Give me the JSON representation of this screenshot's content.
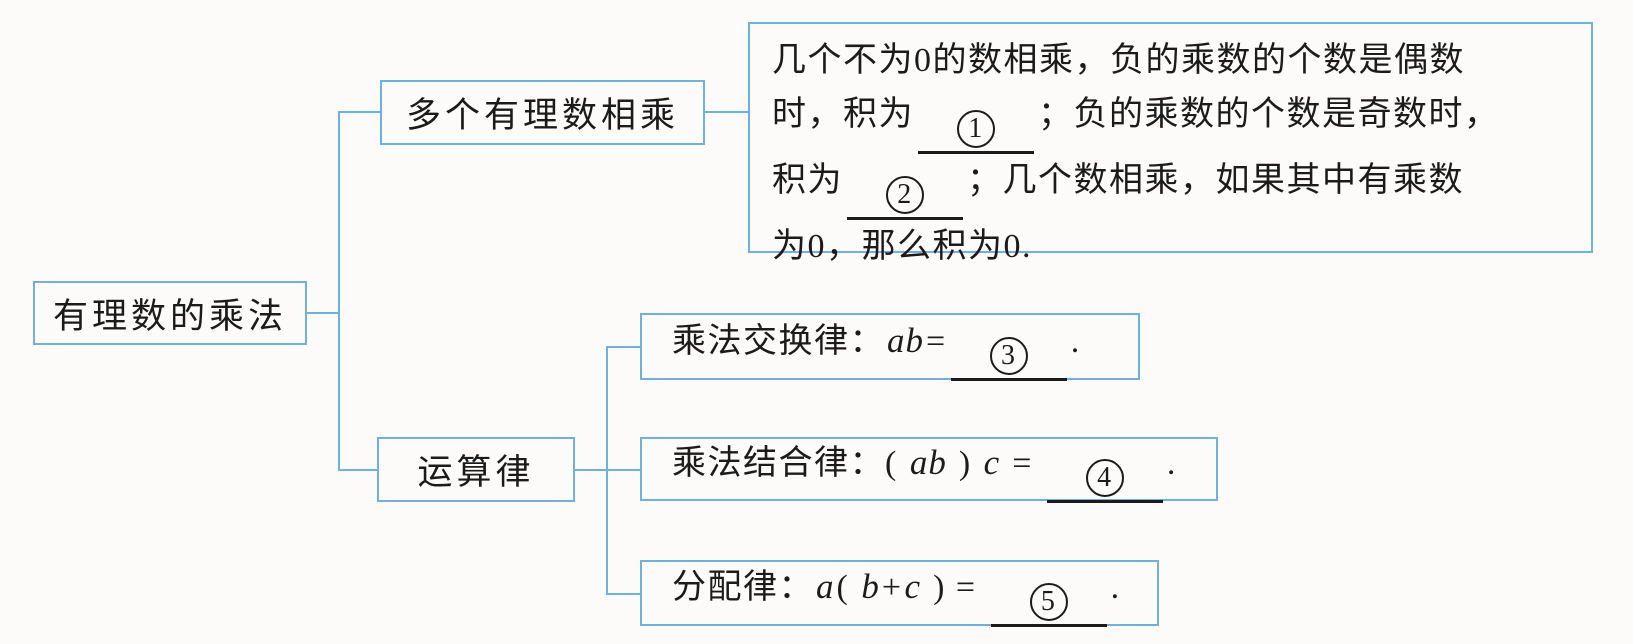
{
  "page": {
    "title": "有理数的乘法知识结构图",
    "colors": {
      "accent_border": "#6cb2e0",
      "ink": "#1b1b1b",
      "background": "#fcfbf9"
    }
  },
  "root_box": {
    "label": "有理数的乘法"
  },
  "branches": {
    "multi": {
      "label": "多个有理数相乘"
    },
    "laws": {
      "label": "运算律"
    }
  },
  "detail_box": {
    "lines": [
      [
        {
          "t": "几个不为0的数相乘，负的乘数的个数是偶数"
        }
      ],
      [
        {
          "t": "时，积为"
        },
        {
          "blank": "1",
          "symbol": "①"
        },
        {
          "t": "；负的乘数的个数是奇数时，"
        }
      ],
      [
        {
          "t": "积为"
        },
        {
          "blank": "2",
          "symbol": "②"
        },
        {
          "t": "；几个数相乘，如果其中有乘数"
        }
      ],
      [
        {
          "t": "为0，那么积为0."
        }
      ]
    ]
  },
  "law_boxes": [
    {
      "id": "commutative",
      "segments": [
        {
          "t": "乘法交换律："
        },
        {
          "i": "ab"
        },
        {
          "t": "="
        },
        {
          "blank": "3",
          "symbol": "③"
        },
        {
          "t": "."
        }
      ]
    },
    {
      "id": "associative",
      "segments": [
        {
          "t": "乘法结合律："
        },
        {
          "t": "( "
        },
        {
          "i": "ab"
        },
        {
          "t": " ) "
        },
        {
          "i": "c"
        },
        {
          "t": " = "
        },
        {
          "blank": "4",
          "symbol": "④"
        },
        {
          "t": "."
        }
      ]
    },
    {
      "id": "distributive",
      "segments": [
        {
          "t": "分配律："
        },
        {
          "i": "a"
        },
        {
          "t": "( "
        },
        {
          "i": "b"
        },
        {
          "t": "+"
        },
        {
          "i": "c"
        },
        {
          "t": " ) = "
        },
        {
          "blank": "5",
          "symbol": "⑤"
        },
        {
          "t": "."
        }
      ]
    }
  ]
}
